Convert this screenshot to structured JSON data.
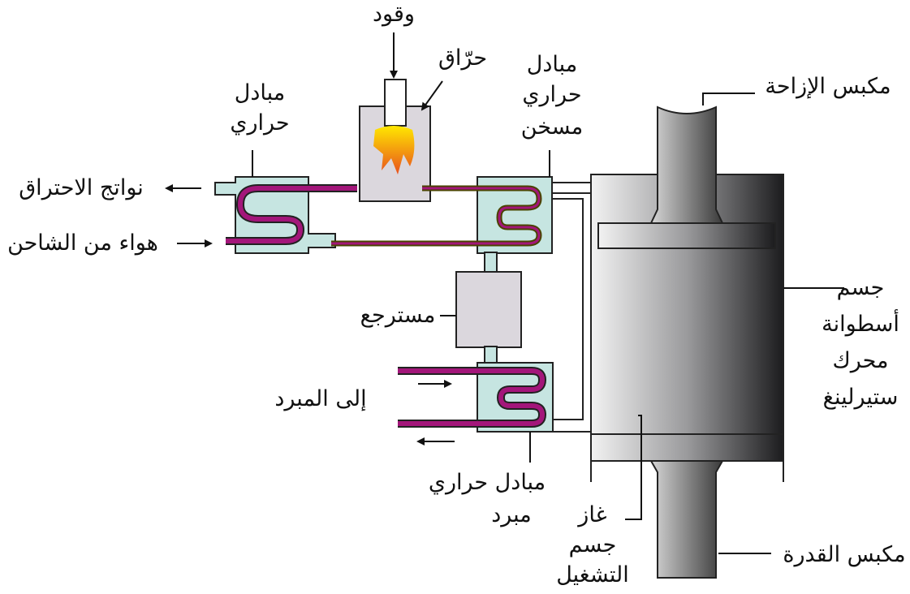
{
  "labels": {
    "fuel": "وقود",
    "burner": "حرّاق",
    "heat_exchanger_left": [
      "مبادل",
      "حراري"
    ],
    "heater_exchanger": [
      "مبادل",
      "حراري",
      "مسخن"
    ],
    "displacer_piston": "مكبس الإزاحة",
    "combustion_products": "نواتج الاحتراق",
    "air_from_charger": "هواء من الشاحن",
    "regenerator": "مسترجع",
    "to_cooler": "إلى المبرد",
    "cooler_exchanger": [
      "مبادل حراري",
      "مبرد"
    ],
    "cylinder_body": [
      "جسم",
      "أسطوانة",
      "محرك",
      "ستيرلينغ"
    ],
    "working_gas": [
      "غاز",
      "جسم",
      "التشغيل"
    ],
    "power_piston": "مكبس القدرة"
  },
  "colors": {
    "exchanger_fill": "#c6e5e1",
    "pipe": "#a3167a",
    "box_gray": "#dbd7dd"
  }
}
